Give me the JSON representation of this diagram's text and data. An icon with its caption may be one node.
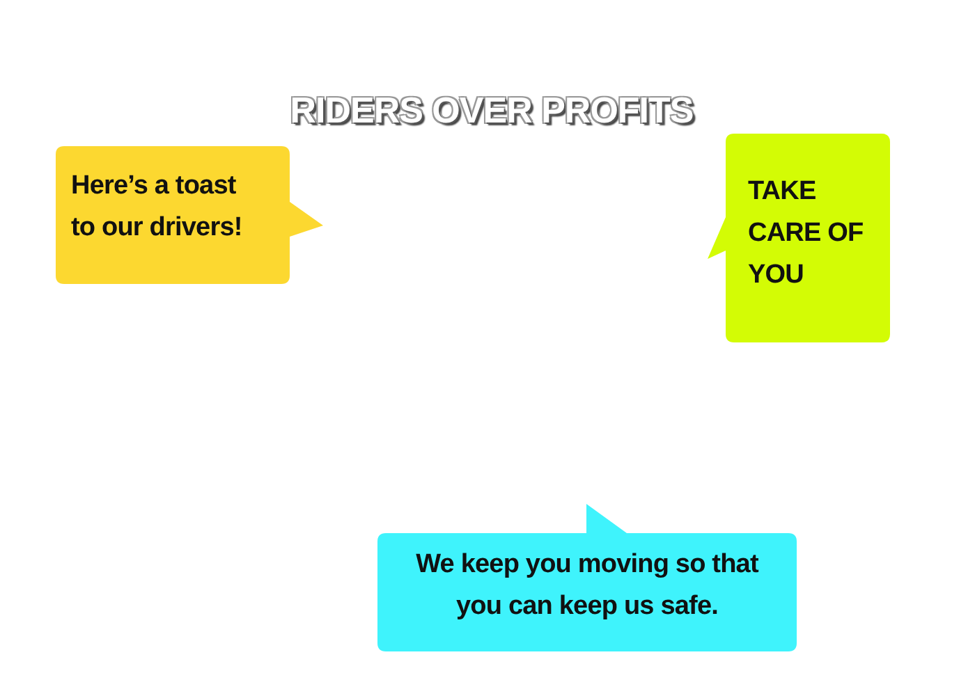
{
  "diagram": {
    "title": "RIDERS OVER PROFITS",
    "nodes": [
      {
        "text": [
          "Here’s a toast to our drivers!"
        ]
      },
      {
        "text": [
          "TAKE CARE OF YOU"
        ]
      },
      {
        "text": [
          "We keep you moving so that you can keep us safe."
        ]
      }
    ]
  }
}
